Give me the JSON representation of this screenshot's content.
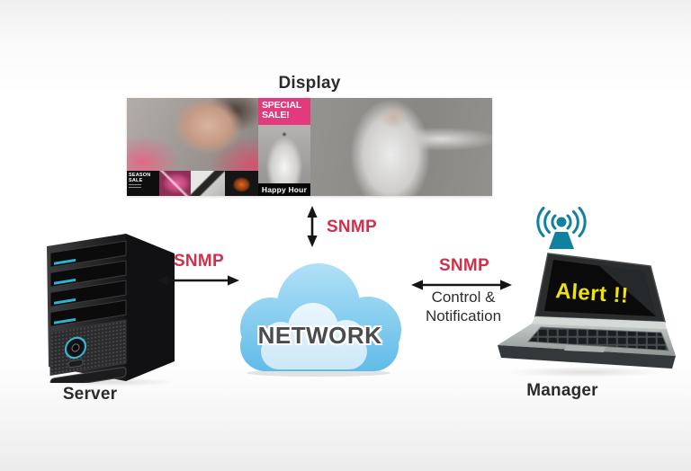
{
  "title_note": "SNMP digital signage network diagram",
  "labels": {
    "display": "Display",
    "server": "Server",
    "manager": "Manager"
  },
  "network": {
    "label": "NETWORK"
  },
  "links": {
    "display_cloud": {
      "protocol": "SNMP"
    },
    "server_cloud": {
      "protocol": "SNMP"
    },
    "manager_cloud": {
      "protocol": "SNMP",
      "description_line1": "Control &",
      "description_line2": "Notification"
    }
  },
  "manager": {
    "alert": "Alert !!"
  },
  "signage": {
    "special_sale": "SPECIAL SALE!",
    "happy_hour": "Happy Hour",
    "season_sale": "SEASON SALE"
  },
  "icons": {
    "antenna": "wireless-antenna-icon",
    "cloud": "network-cloud",
    "server": "server-tower",
    "laptop": "manager-laptop",
    "arrows": [
      "double-arrow-horizontal-left",
      "double-arrow-vertical",
      "double-arrow-horizontal-right"
    ]
  },
  "colors": {
    "snmp_red": "#d2304a",
    "alert_yellow": "#f0e00c",
    "antenna_teal": "#10819f",
    "cloud_blue": "#5cbae7",
    "cloud_inner": "#d9eefa",
    "signage_pink": "#e23a7c",
    "text_dark": "#2b2b2b",
    "network_text": "#4a4b4d"
  }
}
